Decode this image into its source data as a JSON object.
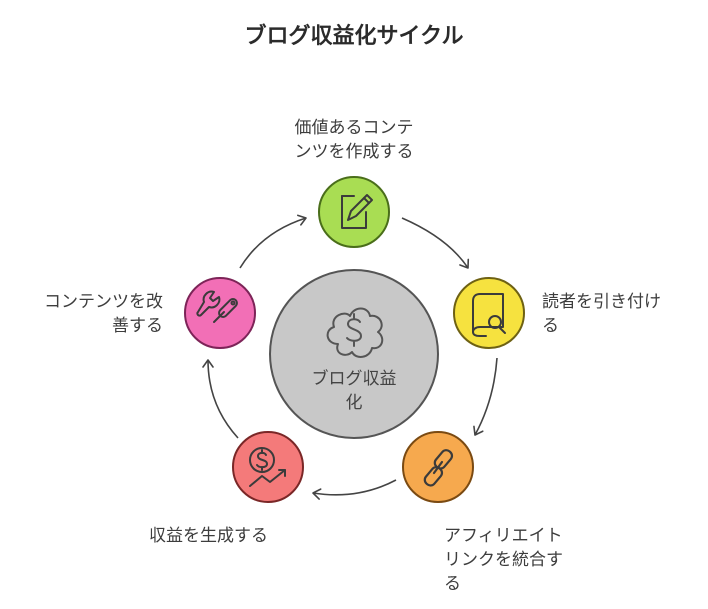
{
  "title": "ブログ収益化サイクル",
  "center": {
    "label": "ブログ収益化",
    "icon": "dollar-cloud-icon",
    "fill": "#c8c8c8",
    "stroke": "#555555"
  },
  "steps": [
    {
      "line1": "価値あるコンテ",
      "line2": "ンツを作成する",
      "line3": "",
      "icon": "pencil-document-icon",
      "fill": "#a9dd53",
      "stroke": "#4a6e1a"
    },
    {
      "line1": "読者を引き付け",
      "line2": "る",
      "line3": "",
      "icon": "book-search-icon",
      "fill": "#f6e23f",
      "stroke": "#6e6113"
    },
    {
      "line1": "アフィリエイト",
      "line2": "リンクを統合す",
      "line3": "る",
      "icon": "chain-link-icon",
      "fill": "#f6a94e",
      "stroke": "#7a4a12"
    },
    {
      "line1": "収益を生成する",
      "line2": "",
      "line3": "",
      "icon": "money-growth-icon",
      "fill": "#f47a7a",
      "stroke": "#7a2727"
    },
    {
      "line1": "コンテンツを改",
      "line2": "善する",
      "line3": "",
      "icon": "wrench-tools-icon",
      "fill": "#f26fb6",
      "stroke": "#7d2458"
    }
  ],
  "arrow_color": "#444444"
}
